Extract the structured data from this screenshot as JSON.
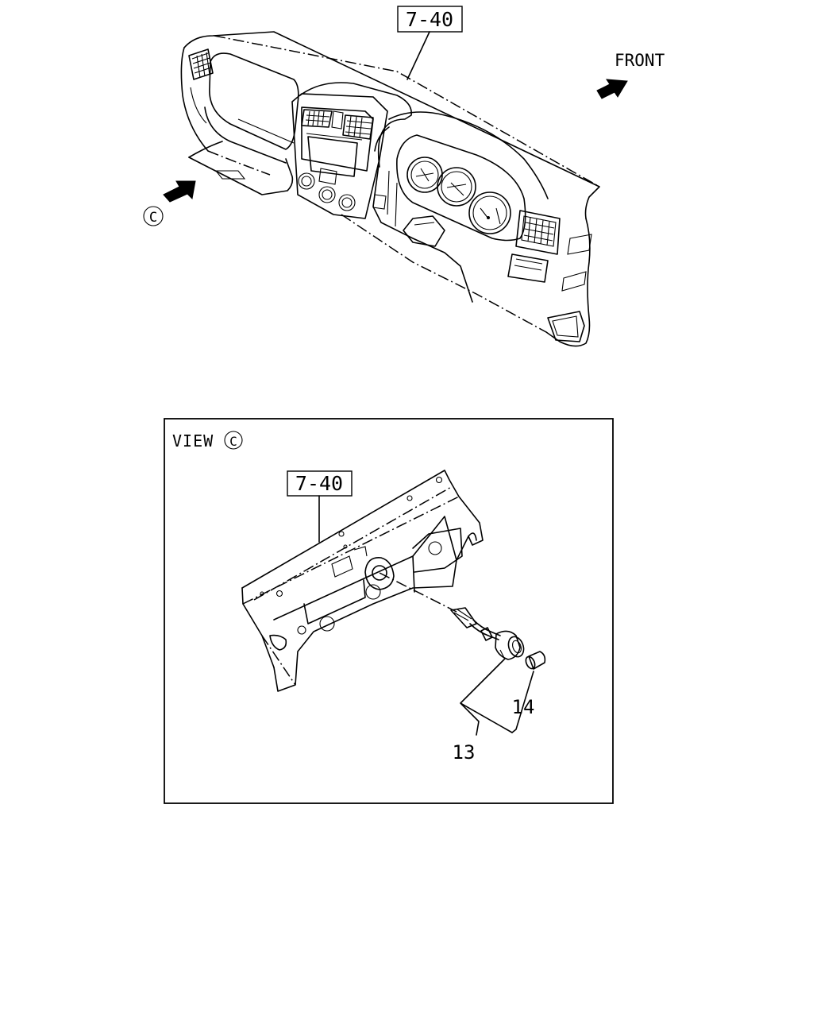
{
  "labels": {
    "ref_top": "7-40",
    "front": "FRONT",
    "view_marker": "C",
    "view_word": "VIEW",
    "ref_view": "7-40",
    "part_13": "13",
    "part_14": "14"
  },
  "colors": {
    "line": "#000000",
    "background": "#ffffff"
  },
  "icons": {
    "front_arrow": "arrow-right-icon",
    "view_arrow": "arrow-right-icon",
    "view_circle": "circle-letter-icon"
  }
}
